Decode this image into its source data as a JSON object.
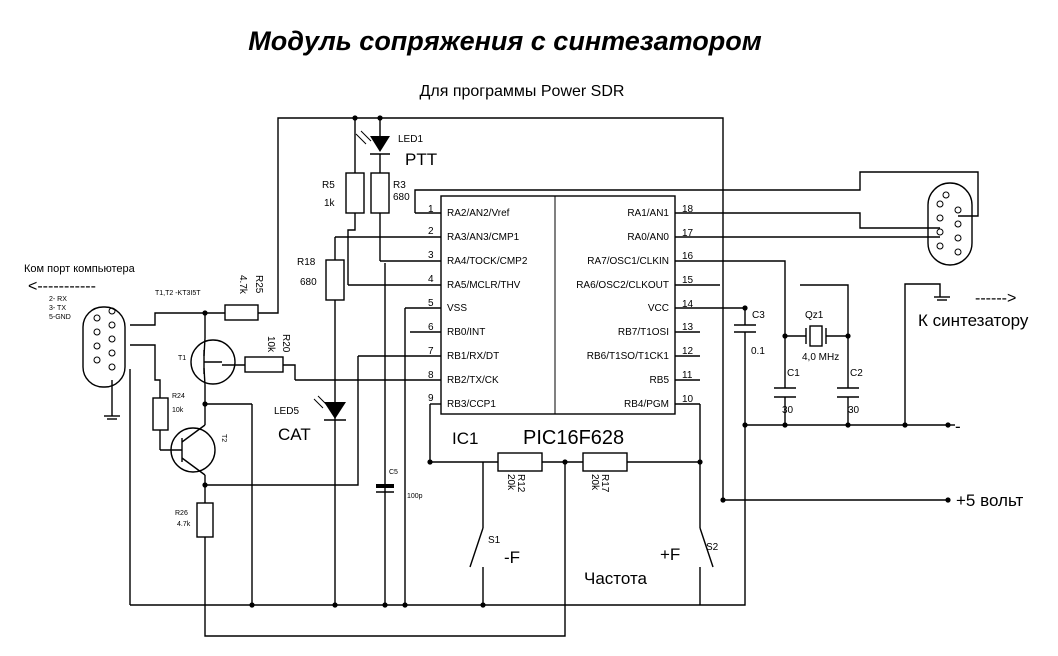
{
  "title": "Модуль сопряжения с синтезатором",
  "subtitle": "Для программы Power SDR",
  "ic": {
    "ref": "IC1",
    "part": "PIC16F628",
    "left_pins": [
      {
        "num": "1",
        "name": "RA2/AN2/Vref"
      },
      {
        "num": "2",
        "name": "RA3/AN3/CMP1"
      },
      {
        "num": "3",
        "name": "RA4/TOCK/CMP2"
      },
      {
        "num": "4",
        "name": "RA5/MCLR/THV"
      },
      {
        "num": "5",
        "name": "VSS"
      },
      {
        "num": "6",
        "name": "RB0/INT"
      },
      {
        "num": "7",
        "name": "RB1/RX/DT"
      },
      {
        "num": "8",
        "name": "RB2/TX/CK"
      },
      {
        "num": "9",
        "name": "RB3/CCP1"
      }
    ],
    "right_pins": [
      {
        "num": "18",
        "name": "RA1/AN1"
      },
      {
        "num": "17",
        "name": "RA0/AN0"
      },
      {
        "num": "16",
        "name": "RA7/OSC1/CLKIN"
      },
      {
        "num": "15",
        "name": "RA6/OSC2/CLKOUT"
      },
      {
        "num": "14",
        "name": "VCC"
      },
      {
        "num": "13",
        "name": "RB7/T1OSI"
      },
      {
        "num": "12",
        "name": "RB6/T1SO/T1CK1"
      },
      {
        "num": "11",
        "name": "RB5"
      },
      {
        "num": "10",
        "name": "RB4/PGM"
      }
    ]
  },
  "labels": {
    "led1": "LED1",
    "ptt": "PTT",
    "r5": "R5",
    "r5_val": "1k",
    "r3": "R3",
    "r3_val": "680",
    "r18": "R18",
    "r18_val": "680",
    "led5": "LED5",
    "cat": "CAT",
    "c5": "C5",
    "c5_val": "100p",
    "r12": "R12",
    "r12_val": "20k",
    "r17": "R17",
    "r17_val": "20k",
    "s1": "S1",
    "minus_f": "-F",
    "s2": "S2",
    "plus_f": "+F",
    "freq": "Частота",
    "c3": "C3",
    "c3_val": "0.1",
    "qz1": "Qz1",
    "qz1_val": "4,0 MHz",
    "c1": "C1",
    "c1_val": "30",
    "c2": "C2",
    "c2_val": "30",
    "minus": "-",
    "plus5": "+5 вольт",
    "to_synth": "К синтезатору",
    "arrow_synth": "------>",
    "com_port": "Ком порт компьютера",
    "arrow_com": "<-----------",
    "pin_rx": "2- RX",
    "pin_tx": "3- TX",
    "pin_gnd": "5-GND",
    "transistors": "T1,T2 -KT3I5T",
    "r25": "R25",
    "r25_val": "4.7k",
    "r20": "R20",
    "r20_val": "10k",
    "t1": "T1",
    "t2": "T2",
    "r24": "R24",
    "r24_val": "10k",
    "r26": "R26",
    "r26_val": "4.7k"
  }
}
